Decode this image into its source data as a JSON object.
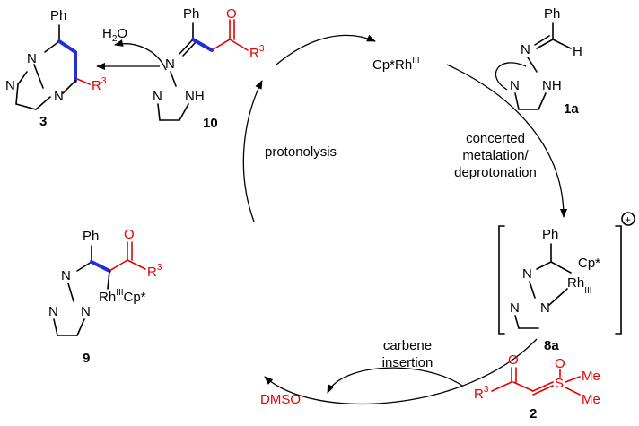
{
  "labels": {
    "catalyst": "Cp*Rh",
    "catalyst_ox": "III",
    "step_metalation_1": "concerted",
    "step_metalation_2": "metalation/",
    "step_metalation_3": "deprotonation",
    "step_protonolysis": "protonolysis",
    "step_insertion_1": "carbene",
    "step_insertion_2": "insertion",
    "byproduct_water": "H",
    "byproduct_water_sub": "2",
    "byproduct_water_o": "O",
    "byproduct_dmso": "DMSO",
    "charge": "+"
  },
  "compounds": {
    "c1a": "1a",
    "c2": "2",
    "c3": "3",
    "c8a": "8a",
    "c9": "9",
    "c10": "10"
  },
  "atoms": {
    "ph": "Ph",
    "n": "N",
    "nh": "NH",
    "h": "H",
    "o": "O",
    "s": "S",
    "me": "Me",
    "r": "R",
    "r_sup": "3",
    "cp": "Cp*",
    "rh": "Rh",
    "rh_ox": "III"
  },
  "colors": {
    "reagent": "#e60000",
    "new_bond": "#1f2ed8",
    "ink": "#000000"
  }
}
